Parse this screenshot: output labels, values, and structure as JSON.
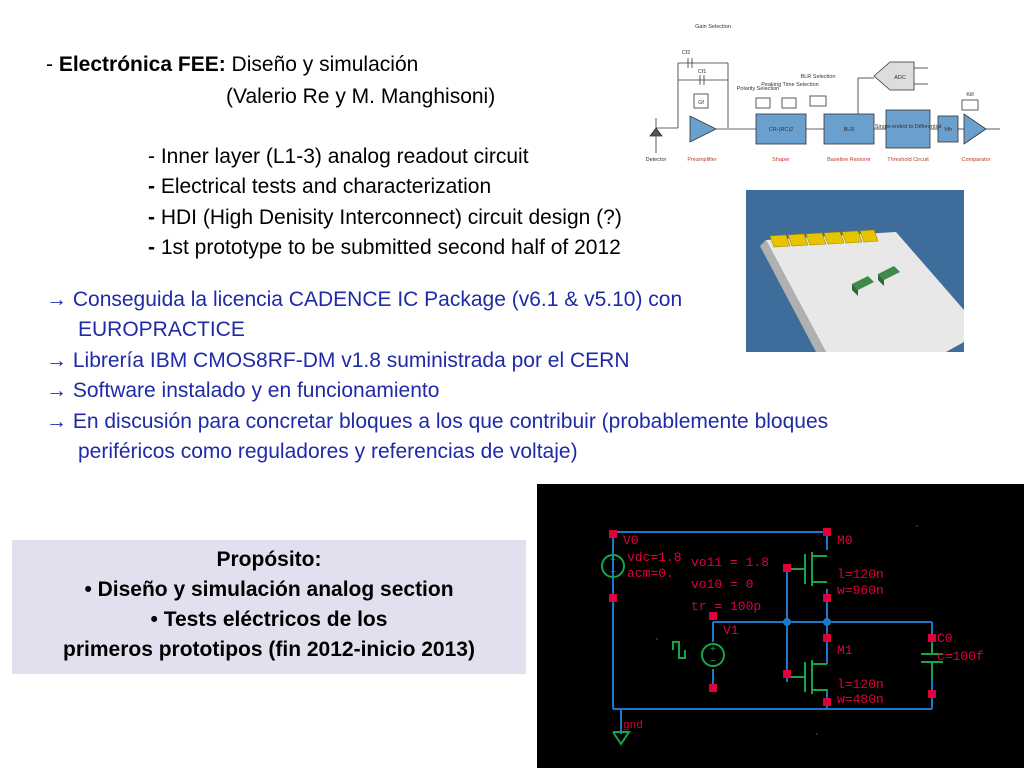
{
  "header": {
    "dash": "- ",
    "title_bold": "Electrónica FEE:",
    "title_rest": " Diseño y simulación",
    "authors": "(Valerio Re y M. Manghisoni)"
  },
  "tasks": [
    {
      "dash": "- ",
      "text": "Inner layer (L1-3) analog readout circuit"
    },
    {
      "dash": "- ",
      "text": "Electrical tests and characterization"
    },
    {
      "dash": "- ",
      "text": "HDI (High Denisity Interconnect) circuit design (?)"
    },
    {
      "dash": "- ",
      "text": "1st prototype to be submitted second half of 2012"
    }
  ],
  "progress": [
    {
      "arrow": "→",
      "line1": "Conseguida la licencia CADENCE IC Package (v6.1 & v5.10) con",
      "line2": "EUROPRACTICE"
    },
    {
      "arrow": "→",
      "line1": "Librería IBM CMOS8RF-DM v1.8 suministrada por el CERN",
      "line2": ""
    },
    {
      "arrow": "→",
      "line1": "Software instalado y en funcionamiento",
      "line2": ""
    },
    {
      "arrow": "→",
      "line1": "En discusión para concretar bloques a los que contribuir (probablemente bloques",
      "line2": "periféricos como reguladores y referencias de voltaje)"
    }
  ],
  "proposito": {
    "heading": "Propósito:",
    "items": [
      "• Diseño y simulación analog section",
      "• Tests eléctricos de los"
    ],
    "last_line": "primeros prototipos (fin 2012-inicio 2013)"
  },
  "block_diagram": {
    "labels": {
      "detector": "Detector",
      "preamp": "Preamplifier",
      "shaper": "Shaper",
      "baseline": "Baseline Restorer",
      "threshold": "Threshold Circuit",
      "comparator": "Comparator",
      "gain_sel": "Gain Selection",
      "polarity_sel": "Polarity Selection",
      "peaking_sel": "Peaking Time Selection",
      "blr_sel": "BLR Selection",
      "adc": "ADC",
      "cr_rc": "CR-(RC)2",
      "blr": "BLR",
      "single_ended": "Single-ended to Differential",
      "vth": "Vth",
      "cf2": "Cf2",
      "cf1": "Cf1",
      "gf": "Gf",
      "kill": "Kill"
    }
  },
  "spice": {
    "labels": {
      "v0": "V0",
      "vdc": "vdc=1.8",
      "acm": "acm=0.",
      "vo1": "vo11 = 1.8",
      "vo0": "vo10 = 0",
      "tr": "tr = 100p",
      "v1": "V1",
      "m0": "M0",
      "m0_l": "l=120n",
      "m0_w": "w=960n",
      "m1": "M1",
      "m1_l": "l=120n",
      "m1_w": "w=480n",
      "c0": "C0",
      "c_val": "c=100f",
      "gnd": "gnd"
    },
    "colors": {
      "wire": "#1d76c8",
      "pin": "#e0003a",
      "text": "#e0003a",
      "source": "#16a64a",
      "bg": "#000000"
    }
  }
}
